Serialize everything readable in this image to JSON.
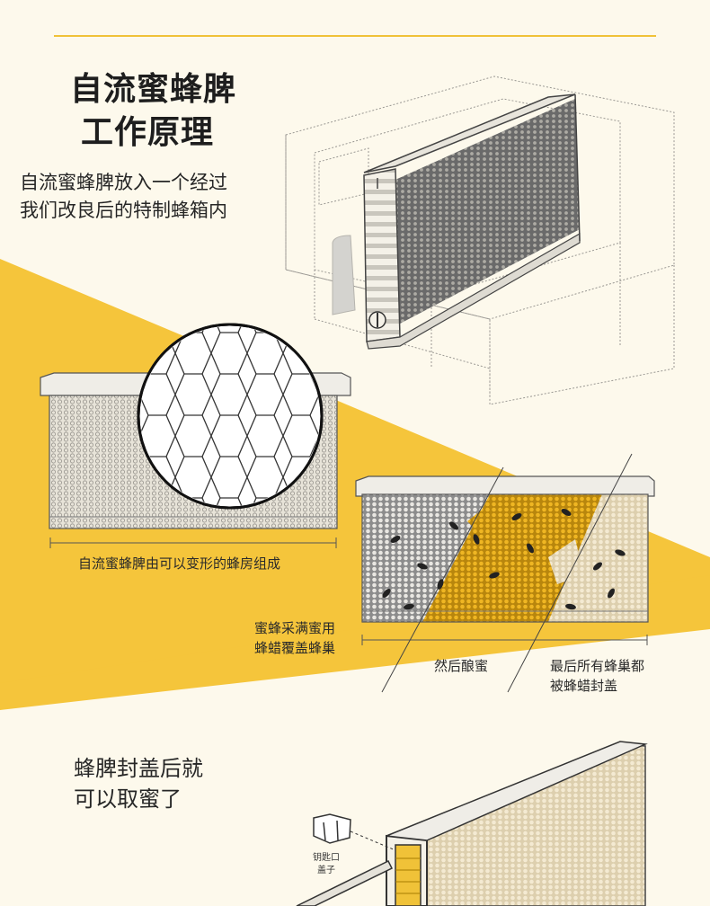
{
  "title": {
    "line1": "自流蜜蜂脾",
    "line2": "工作原理"
  },
  "intro": {
    "line1": "自流蜜蜂脾放入一个经过",
    "line2": "我们改良后的特制蜂箱内"
  },
  "captions": {
    "frame": "自流蜜蜂脾由可以变形的蜂房组成",
    "step1_line1": "蜜蜂采满蜜用",
    "step1_line2": "蜂蜡覆盖蜂巢",
    "step2": "然后酿蜜",
    "step3_line1": "最后所有蜂巢都",
    "step3_line2": "被蜂蜡封盖"
  },
  "harvest": {
    "line1": "蜂脾封盖后就",
    "line2": "可以取蜜了"
  },
  "key_cap": {
    "line1": "钥匙口",
    "line2": "盖子"
  },
  "colors": {
    "background": "#fdf9ec",
    "accent_yellow": "#f5c53b",
    "honey": "#e5b023",
    "capped": "#efe3c8",
    "rule": "#f0c238",
    "line_art": "#555555"
  }
}
